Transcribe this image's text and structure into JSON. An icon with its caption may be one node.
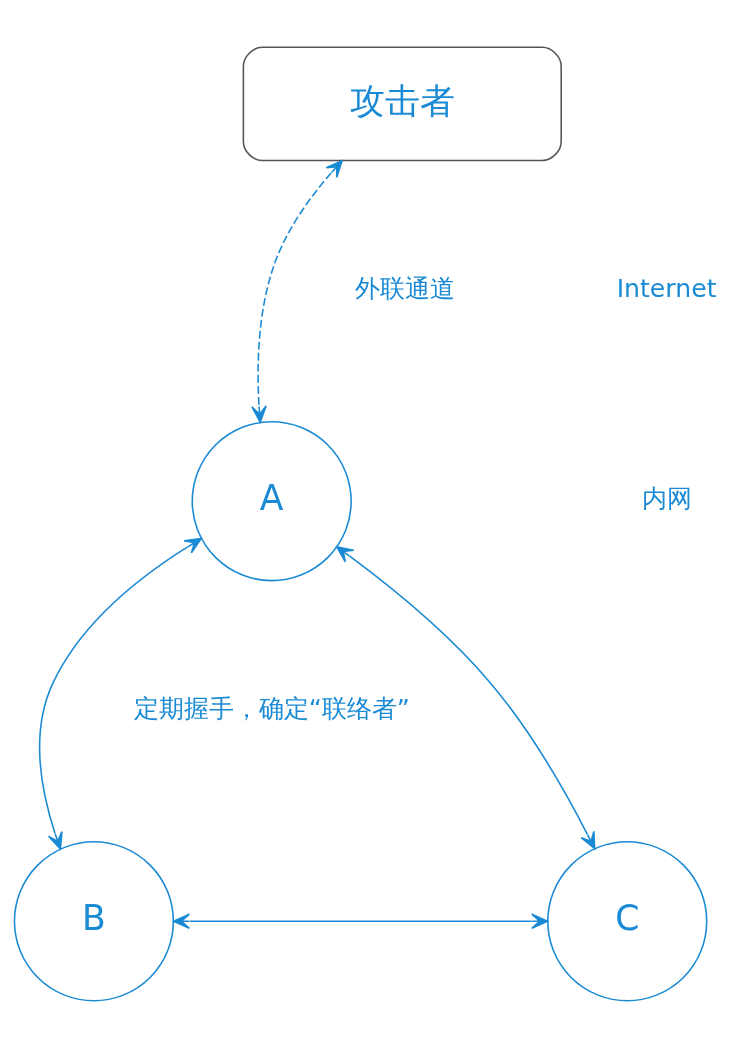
{
  "diagram": {
    "nodes": [
      {
        "text": [
          "攻击者"
        ]
      },
      {
        "text": [
          "A"
        ]
      },
      {
        "text": [
          "B"
        ]
      },
      {
        "text": [
          "C"
        ]
      }
    ],
    "edges": [
      {
        "from": 0,
        "to": 1,
        "arrow": "both",
        "style": "dashed"
      },
      {
        "from": 1,
        "to": 2,
        "arrow": "both"
      },
      {
        "from": 1,
        "to": 3,
        "arrow": "both"
      },
      {
        "from": 2,
        "to": 3,
        "arrow": "both"
      }
    ],
    "labels": [
      "Internet",
      "外联通道",
      "内网",
      "定期握手，确定“联络者”"
    ]
  }
}
